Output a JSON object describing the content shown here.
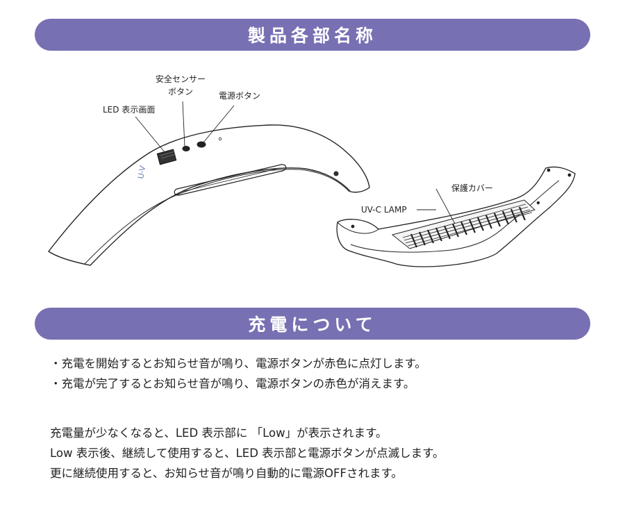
{
  "section1": {
    "title": "製品各部名称",
    "labels": {
      "safety_sensor_line1": "安全センサー",
      "safety_sensor_line2": "ボタン",
      "power_button": "電源ボタン",
      "led_display": "LED 表示画面",
      "protective_cover": "保護カバー",
      "uvc_lamp": "UV-C LAMP"
    }
  },
  "section2": {
    "title": "充電について",
    "bullets": [
      "・充電を開始するとお知らせ音が鳴り、電源ボタンが赤色に点灯します。",
      "・充電が完了するとお知らせ音が鳴り、電源ボタンの赤色が消えます。"
    ],
    "paragraph": [
      "充電量が少なくなると、LED 表示部に 「Low」が表示されます。",
      "Low 表示後、継続して使用すると、LED 表示部と電源ボタンが点滅します。",
      "更に継続使用すると、お知らせ音が鳴り自動的に電源OFFされます。"
    ]
  },
  "colors": {
    "banner": "#7770b3",
    "text": "#222222"
  }
}
